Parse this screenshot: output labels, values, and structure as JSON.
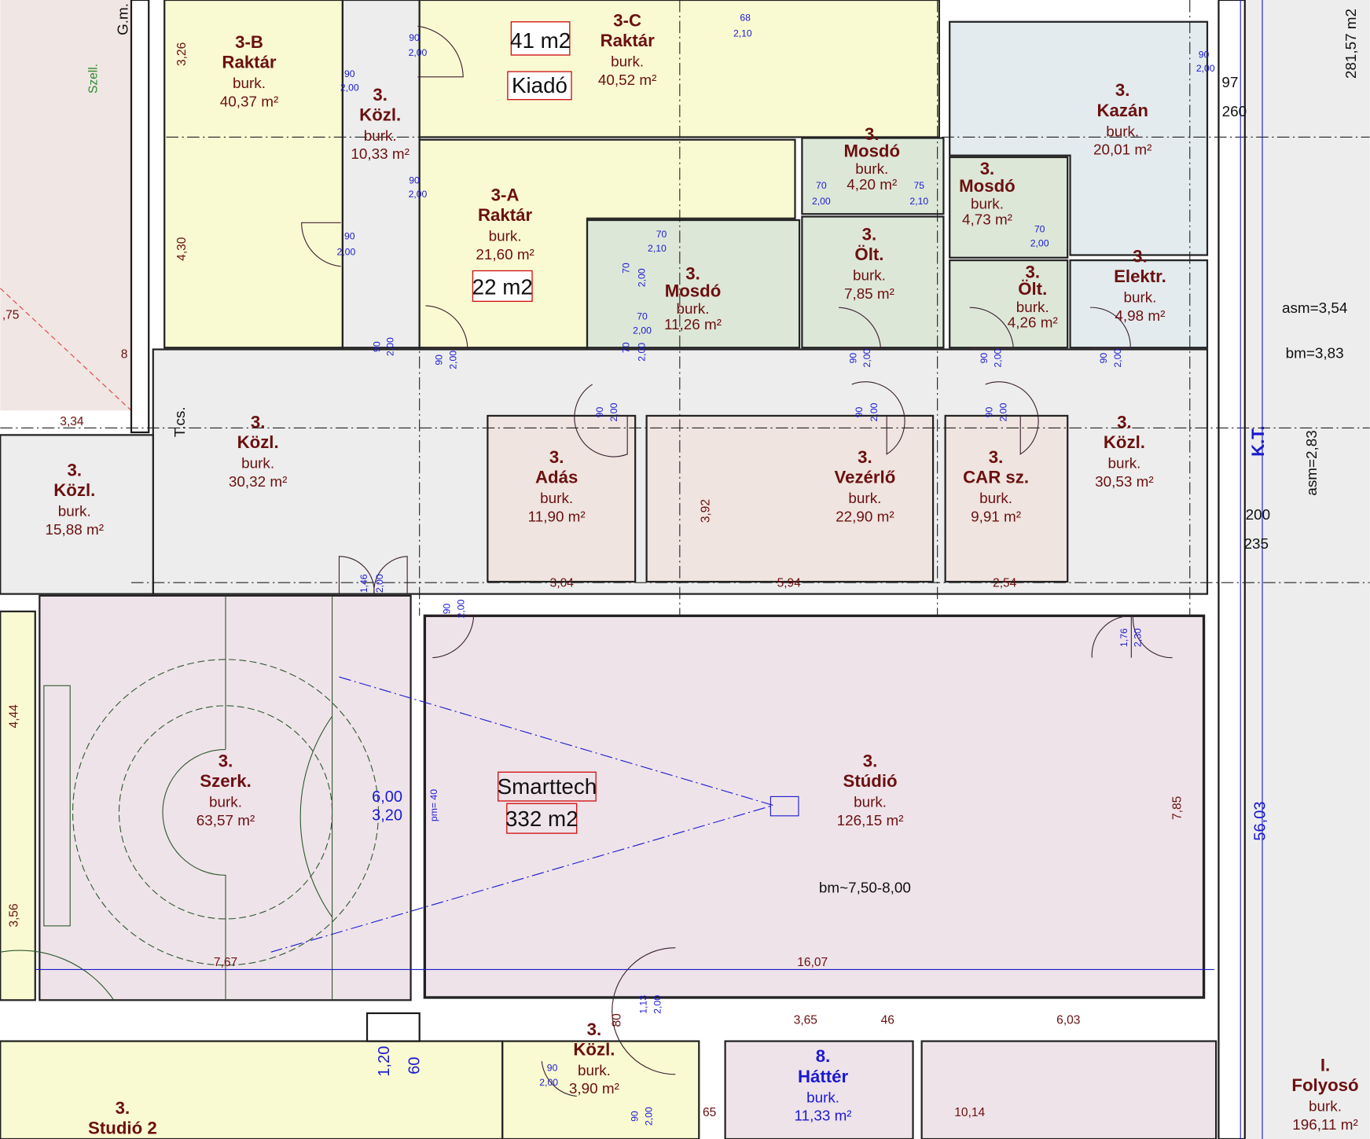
{
  "colors": {
    "storage": "#fafad2",
    "corridor": "#ededed",
    "sanitary": "#dde7d8",
    "technical": "#e3ebee",
    "control": "#efe4df",
    "studio": "#efe3ea",
    "label": "#6b1010",
    "dimension": "#1a1ad0",
    "highlight_box": "#d01010"
  },
  "rooms": {
    "r3b": {
      "num": "3-B",
      "name": "Raktár",
      "floor": "burk.",
      "area": "40,37 m²"
    },
    "r3c": {
      "num": "3-C",
      "name": "Raktár",
      "floor": "burk.",
      "area": "40,52 m²"
    },
    "r3a": {
      "num": "3-A",
      "name": "Raktár",
      "floor": "burk.",
      "area": "21,60 m²"
    },
    "kozl1": {
      "num": "3.",
      "name": "Közl.",
      "floor": "burk.",
      "area": "10,33 m²"
    },
    "mosdo1": {
      "num": "3.",
      "name": "Mosdó",
      "floor": "burk.",
      "area": "11,26 m²"
    },
    "mosdo2": {
      "num": "3.",
      "name": "Mosdó",
      "floor": "burk.",
      "area": "4,20 m²"
    },
    "mosdo3": {
      "num": "3.",
      "name": "Mosdó",
      "floor": "burk.",
      "area": "4,73 m²"
    },
    "olt1": {
      "num": "3.",
      "name": "Ölt.",
      "floor": "burk.",
      "area": "7,85 m²"
    },
    "olt2": {
      "num": "3.",
      "name": "Ölt.",
      "floor": "burk.",
      "area": "4,26 m²"
    },
    "kazan": {
      "num": "3.",
      "name": "Kazán",
      "floor": "burk.",
      "area": "20,01 m²"
    },
    "elektr": {
      "num": "3.",
      "name": "Elektr.",
      "floor": "burk.",
      "area": "4,98 m²"
    },
    "kozl2": {
      "num": "3.",
      "name": "Közl.",
      "floor": "burk.",
      "area": "30,32 m²"
    },
    "kozl3": {
      "num": "3.",
      "name": "Közl.",
      "floor": "burk.",
      "area": "30,53 m²"
    },
    "kozl4": {
      "num": "3.",
      "name": "Közl.",
      "floor": "burk.",
      "area": "15,88 m²"
    },
    "adas": {
      "num": "3.",
      "name": "Adás",
      "floor": "burk.",
      "area": "11,90 m²"
    },
    "vezerlo": {
      "num": "3.",
      "name": "Vezérlő",
      "floor": "burk.",
      "area": "22,90 m²"
    },
    "car": {
      "num": "3.",
      "name": "CAR sz.",
      "floor": "burk.",
      "area": "9,91 m²"
    },
    "szerk": {
      "num": "3.",
      "name": "Szerk.",
      "floor": "burk.",
      "area": "63,57 m²"
    },
    "studio": {
      "num": "3.",
      "name": "Stúdió",
      "floor": "burk.",
      "area": "126,15 m²"
    },
    "kozl5": {
      "num": "3.",
      "name": "Közl.",
      "floor": "burk.",
      "area": "3,90 m²"
    },
    "studio2": {
      "num": "3.",
      "name": "Studió 2"
    },
    "hatter": {
      "num": "8.",
      "name": "Háttér",
      "floor": "burk.",
      "area": "11,33 m²"
    },
    "folyoso": {
      "num": "I.",
      "name": "Folyosó",
      "floor": "burk.",
      "area": "196,11 m²"
    }
  },
  "annotations": {
    "box_41": "41 m2",
    "box_kiado": "Kiadó",
    "box_22": "22 m2",
    "box_smarttech": "Smarttech",
    "box_332": "332 m2",
    "total_area": "281,57 m2",
    "asm1": "asm=3,54",
    "bm1": "bm=3,83",
    "asm2": "asm=2,83",
    "kt": "K.T.",
    "tcs": "T.cs.",
    "szell": "Szell.",
    "gm": "G.m.",
    "studio_height": "bm~7,50-8,00",
    "pm": "pm= 40",
    "lvl_97": "97",
    "lvl_260": "260",
    "lvl_200": "200",
    "lvl_235": "235"
  },
  "dimensions": {
    "d326": "3,26",
    "d430": "4,30",
    "d334": "3,34",
    "d392": "3,92",
    "d304": "3,04",
    "d594": "5,94",
    "d254": "2,54",
    "d767": "7,67",
    "d1607": "16,07",
    "d785": "7,85",
    "d444": "4,44",
    "d356": "3,56",
    "d5603": "56,03",
    "d365": "3,65",
    "d46": "46",
    "d603": "6,03",
    "d1014": "10,14",
    "d65": "65",
    "d80": "80",
    "d8": "8",
    "d75": ",75",
    "d600": "6,00",
    "d320": "3,20",
    "d120": "1,20",
    "d60": "60"
  },
  "doors": {
    "w90": "90",
    "w70": "70",
    "w75": "75",
    "w68": "68",
    "h200": "2,00",
    "h210": "2,10",
    "w146": "1,46",
    "w176": "1,76",
    "h230": "2,30",
    "w113": "1,13"
  }
}
